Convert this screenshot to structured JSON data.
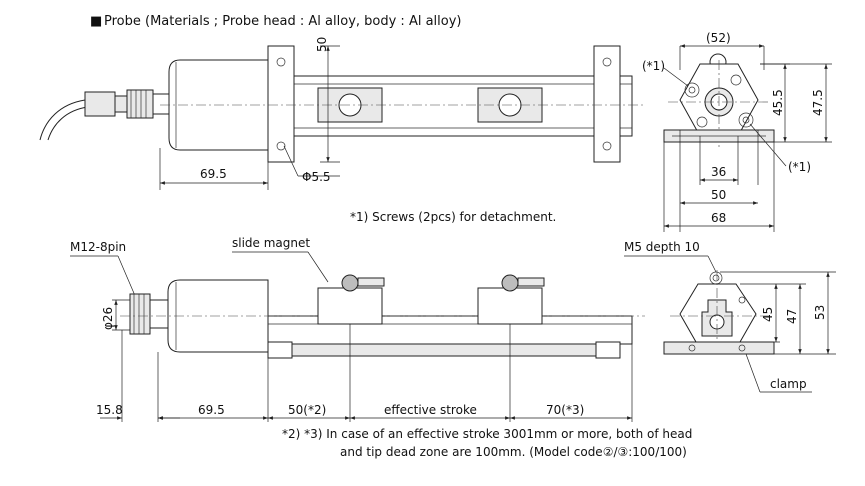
{
  "header": {
    "marker": "■",
    "title": "Probe (Materials ; Probe head : Al alloy, body : Al alloy)"
  },
  "top_view": {
    "dim_50": "50",
    "dim_69_5": "69.5",
    "dim_phi_5_5": "Φ5.5"
  },
  "end_view_top": {
    "dim_52": "(52)",
    "note1_left": "(*1)",
    "note1_right": "(*1)",
    "dim_45_5": "45.5",
    "dim_47_5": "47.5",
    "dim_36": "36",
    "dim_50": "50",
    "dim_68": "68"
  },
  "screws_note": "*1) Screws (2pcs) for detachment.",
  "side_view": {
    "label_connector": "M12-8pin",
    "label_magnet": "slide magnet",
    "dim_phi_26": "φ26",
    "dim_15_8": "15.8",
    "dim_69_5": "69.5",
    "dim_50_2": "50(*2)",
    "effective_stroke": "effective stroke",
    "dim_70_3": "70(*3)"
  },
  "end_view_bottom": {
    "label_m5": "M5 depth 10",
    "dim_45": "45",
    "dim_47": "47",
    "dim_53": "53",
    "label_clamp": "clamp"
  },
  "footnote": {
    "line1": "*2) *3) In case of an effective stroke 3001mm or more, both of head",
    "line2": "and tip dead zone are 100mm. (Model code②/③:100/100)"
  }
}
